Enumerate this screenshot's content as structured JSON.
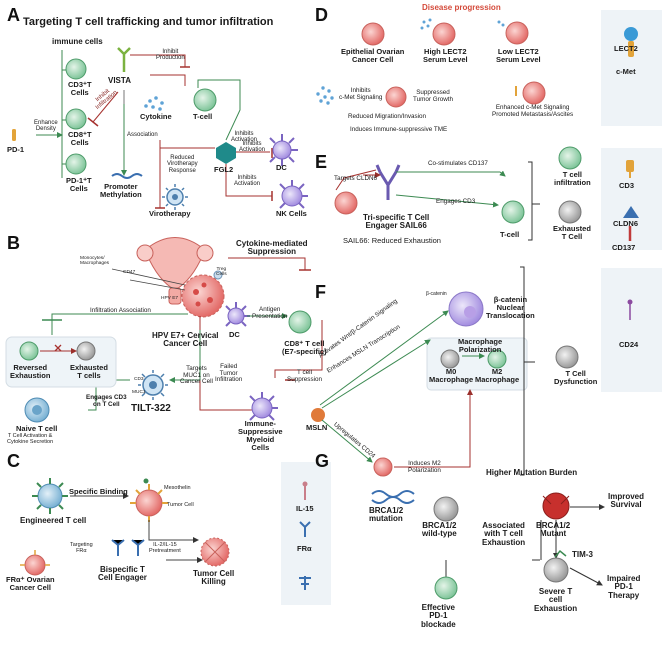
{
  "panels": {
    "a": {
      "letter": "A",
      "title": "Targeting T cell trafficking and tumor infiltration",
      "immune_cells": "immune cells",
      "cd3": [
        "CD3⁺T",
        "Cells"
      ],
      "cd8": [
        "CD8⁺T",
        "Cells"
      ],
      "pd1t": [
        "PD-1⁺T",
        "Cells"
      ],
      "pd1": "PD-1",
      "enhance_density": [
        "Enhance",
        "Density"
      ],
      "vista": "VISTA",
      "inhibit_infiltration": [
        "Inhibit",
        "Infiltration"
      ],
      "inhibit_production": [
        "Inhibit",
        "Production"
      ],
      "cytokine": "Cytokine",
      "tcell": "T-cell",
      "association": "Association",
      "promoter": [
        "Promoter",
        "Methylation"
      ],
      "fgl2": "FGL2",
      "inhibits_activation_1": [
        "Inhibits",
        "Activation"
      ],
      "inhibits_activation_2": [
        "Inhibits",
        "Activation"
      ],
      "inhibits_activation_3": [
        "Inhibits",
        "Activation"
      ],
      "reduced_virotherapy": [
        "Reduced",
        "Virotherapy",
        "Response"
      ],
      "dc": "DC",
      "virotherapy": "Virotherapy",
      "nk": "NK Cells"
    },
    "b": {
      "letter": "B",
      "monocytes": [
        "Monocytes/",
        "Macrophages"
      ],
      "cd47": "CD47",
      "treg": [
        "Treg",
        "Cells"
      ],
      "hpv_e7": "HPV E7",
      "infiltration_association": "Infiltration Association",
      "cytokine_mediated": [
        "Cytokine-mediated",
        "Suppression"
      ],
      "antigen_presentation": [
        "Antigen",
        "Presentation"
      ],
      "cd8_e7": [
        "CD8⁺ T cell",
        "(E7-specific)"
      ],
      "hpv_cell": [
        "HPV E7+ Cervical",
        "Cancer Cell"
      ],
      "dc": "DC",
      "reversed_exhaustion": [
        "Reversed",
        "Exhaustion"
      ],
      "exhausted_tcells": [
        "Exhausted",
        "T cells"
      ],
      "naive": "Naive T cell",
      "naive_sub": [
        "T Cell Activation &",
        "Cytokine Secretion"
      ],
      "engages_cd3": [
        "Engages CD3",
        "on T Cell"
      ],
      "targets_muc1": [
        "Targets",
        "MUC1 on",
        "Cancer Cell"
      ],
      "cd3_tag": "CD3",
      "muc1_tag": "MUC1",
      "tilt": "TILT-322",
      "failed": [
        "Failed",
        "Tumor",
        "Infiltration"
      ],
      "tcell_suppression": [
        "T cell",
        "Suppression"
      ],
      "myeloid": [
        "Immune-",
        "Suppressive",
        "Myeloid",
        "Cells"
      ]
    },
    "c": {
      "letter": "C",
      "specific_binding": "Specific Binding",
      "mesothelin": "Mesothelin",
      "tumor_cell": "Tumor Cell",
      "engineered": "Engineered T cell",
      "fra_cell": [
        "FRα⁺ Ovarian",
        "Cancer Cell"
      ],
      "targeting_fra": [
        "Targeting",
        "FRα"
      ],
      "il_pretreat": [
        "IL-2/IL-15",
        "Pretreatment"
      ],
      "bispecific": [
        "Bispecific T",
        "Cell Engager"
      ],
      "killing": [
        "Tumor Cell",
        "Killing"
      ],
      "legend": [
        "IL-15",
        "FRα"
      ]
    },
    "d": {
      "letter": "D",
      "disease": "Disease progression",
      "epithelial": [
        "Epithelial Ovarian",
        "Cancer Cell"
      ],
      "high": [
        "High LECT2",
        "Serum Level"
      ],
      "low": [
        "Low LECT2",
        "Serum Level"
      ],
      "inhibits_cmet": [
        "Inhibits",
        "c-Met Signaling"
      ],
      "suppressed": [
        "Suppressed",
        "Tumor Growth"
      ],
      "reduced_migration": "Reduced Migration/Invasion",
      "induces_tme": "Induces Immune-suppressive TME",
      "enhanced": [
        "Enhanced c-Met Signaling",
        "Promoted Metastasis/Ascites"
      ],
      "legend": [
        "LECT2",
        "c-Met"
      ]
    },
    "e": {
      "letter": "E",
      "targets_cldn6": "Targets CLDN6",
      "costimulates": "Co-stimulates CD137",
      "engages_cd3": "Engages CD3",
      "trispecific": [
        "Tri-specific T Cell",
        "Engager SAIL66"
      ],
      "tcell": "T-cell",
      "reduced": "SAIL66: Reduced Exhaustion",
      "infiltration": [
        "T cell",
        "infiltration"
      ],
      "exhausted": [
        "Exhausted",
        "T Cell"
      ],
      "legend": [
        "CD3",
        "CLDN6",
        "CD137"
      ]
    },
    "f": {
      "letter": "F",
      "beta_tag": "β-catenin",
      "beta_nuclear": [
        "β-catenin",
        "Nuclear",
        "Translocation"
      ],
      "activates": "Activates Wnt/β-Catenin Signaling",
      "enhances": "Enhances MSLN Transcription",
      "upregulates": "Upregulates CD24",
      "macrophage_pol": [
        "Macrophage",
        "Polarization"
      ],
      "m0": [
        "M0",
        "Macrophage"
      ],
      "m2": [
        "M2",
        "Macrophage"
      ],
      "msln": "MSLN",
      "induces_m2": [
        "Induces M2",
        "Polarization"
      ],
      "dysfunction": [
        "T Cell",
        "Dysfunction"
      ],
      "legend": [
        "CD24"
      ]
    },
    "g": {
      "letter": "G",
      "higher": "Higher Mutation Burden",
      "brca_mut": [
        "BRCA1/2",
        "mutation"
      ],
      "wildtype": [
        "BRCA1/2",
        "wild-type"
      ],
      "associated": [
        "Associated",
        "with T cell",
        "Exhaustion"
      ],
      "mutant": [
        "BRCA1/2",
        "Mutant"
      ],
      "improved": [
        "Improved",
        "Survival"
      ],
      "tim3": "TIM-3",
      "impaired": [
        "Impaired",
        "PD-1",
        "Therapy"
      ],
      "effective": [
        "Effective",
        "PD-1",
        "blockade"
      ],
      "severe": [
        "Severe T",
        "cell",
        "Exhaustion"
      ]
    }
  },
  "colors": {
    "tcell_green": "#7fc59a",
    "tumor_red": "#e86a6a",
    "dc_purple": "#8f7ad1",
    "arrow_red": "#a6322f",
    "arrow_green": "#3c8a52",
    "legend_bg": "#eef3f7",
    "disease_red": "#d44a3a"
  }
}
